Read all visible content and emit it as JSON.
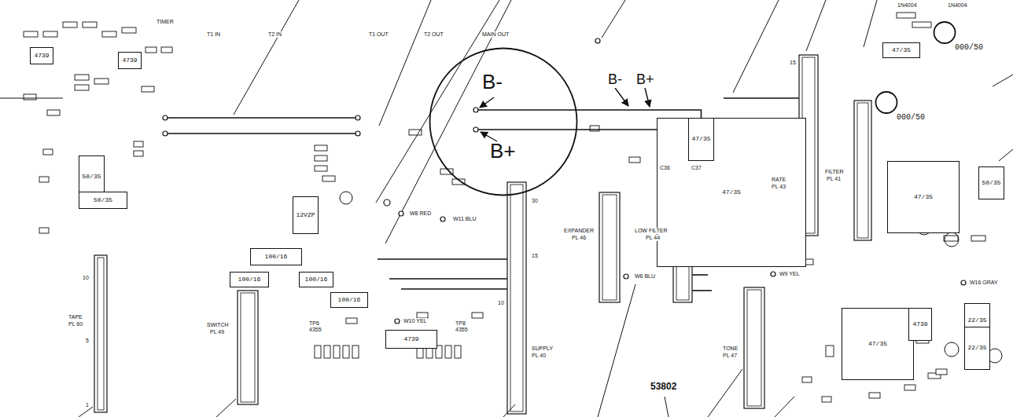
{
  "diagram": {
    "nodes": [
      {
        "text": [
          "B-",
          "B+"
        ]
      },
      {
        "text": [
          "47/35"
        ]
      },
      {
        "text": [
          "47/35"
        ]
      },
      {
        "text": [
          "50/35"
        ]
      },
      {
        "text": [
          "50/35"
        ]
      },
      {
        "text": [
          "100/16"
        ]
      },
      {
        "text": [
          "100/16"
        ]
      },
      {
        "text": [
          "100/16"
        ]
      },
      {
        "text": [
          "100/16"
        ]
      },
      {
        "text": [
          "000/50"
        ]
      },
      {
        "text": [
          "000/50"
        ]
      },
      {
        "text": [
          "47/35"
        ]
      },
      {
        "text": [
          "47/35"
        ]
      },
      {
        "text": [
          "47/35"
        ]
      },
      {
        "text": [
          "22/35"
        ]
      },
      {
        "text": [
          "22/35"
        ]
      },
      {
        "text": [
          "12VZP"
        ]
      },
      {
        "text": [
          "4739"
        ]
      },
      {
        "text": [
          "4739"
        ]
      },
      {
        "text": [
          "4739"
        ]
      },
      {
        "text": [
          "4739"
        ]
      },
      {
        "text": [
          "50/35"
        ]
      }
    ],
    "edges": [
      {
        "from": 0,
        "to": 1,
        "arrow": "none"
      },
      {
        "from": 0,
        "to": 2,
        "arrow": "none"
      }
    ],
    "labels": [
      "TIMER",
      "T1 IN",
      "T2 IN",
      "T1 OUT",
      "T2 OUT",
      "MAIN OUT",
      "1N4004",
      "1N4004",
      "B-",
      "B+",
      "C36",
      "C37",
      "W8 RED",
      "W11 BLU",
      "W10 YEL",
      "W6 BLU",
      "W9 YEL",
      "W16 GRAY",
      "TP6",
      "4355",
      "TP8",
      "4355",
      "TAPE",
      "PL 60",
      "10",
      "5",
      "1",
      "SWITCH",
      "PL 49",
      "SUPPLY",
      "PL 40",
      "30",
      "15",
      "10",
      "EXPANDER",
      "PL 46",
      "LOW FILTER",
      "PL 44",
      "TONE",
      "PL 47",
      "RATE",
      "PL 43",
      "FILTER",
      "PL 41",
      "53802",
      "15"
    ]
  }
}
